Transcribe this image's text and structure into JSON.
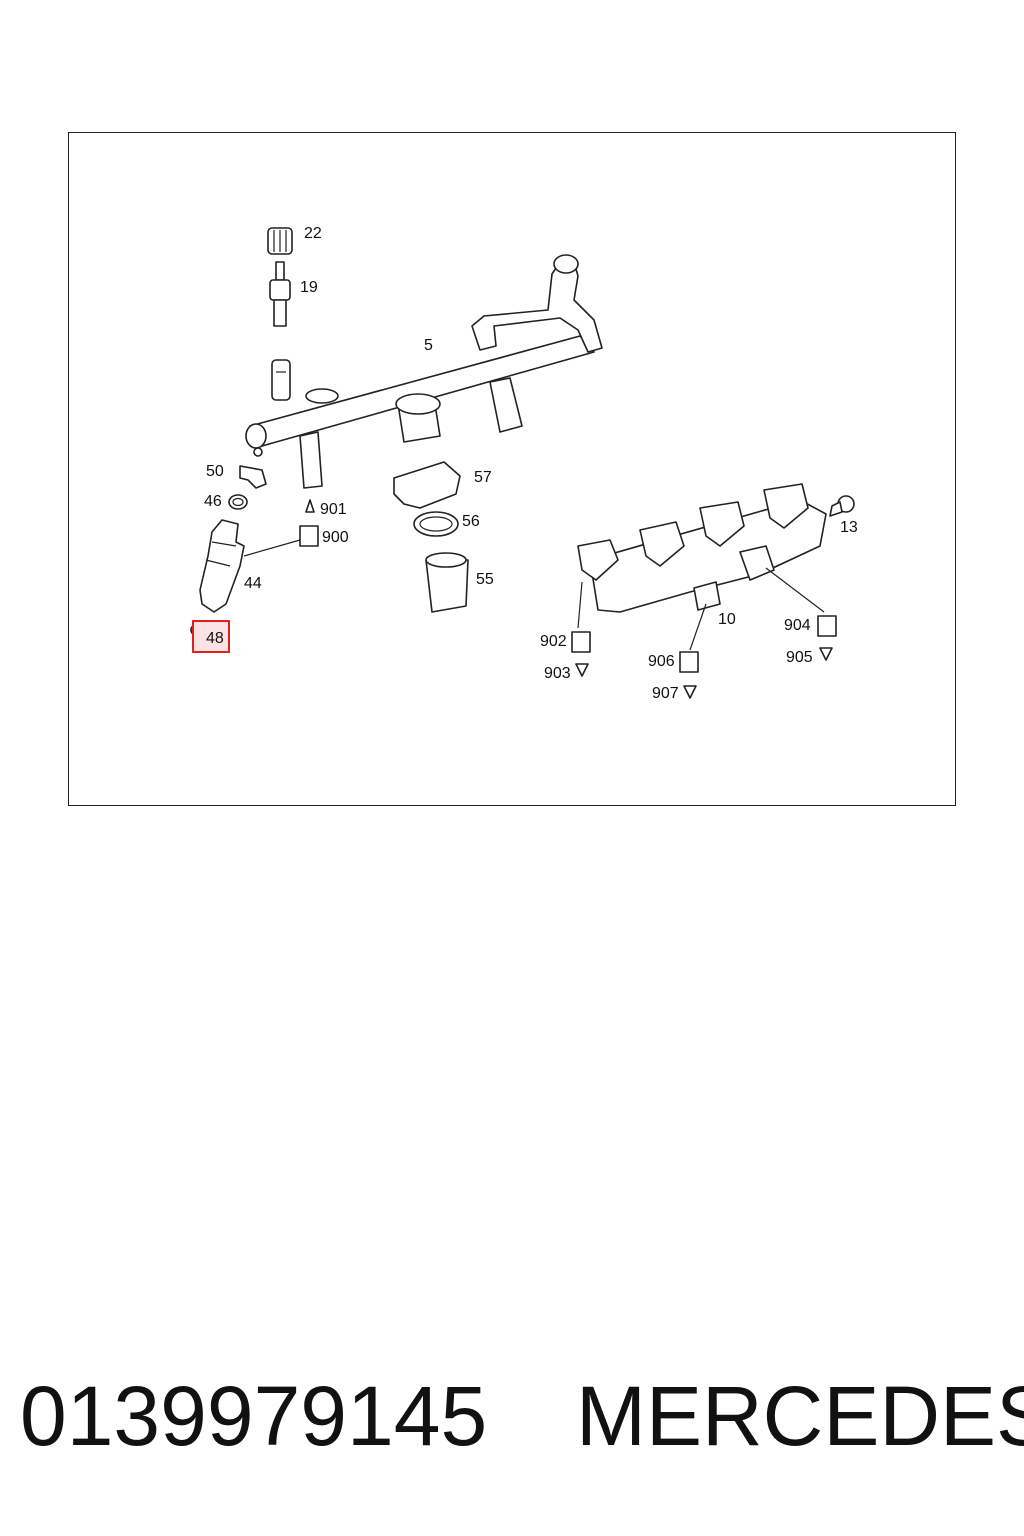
{
  "diagram": {
    "labels": {
      "p22": "22",
      "p19": "19",
      "p5": "5",
      "p50": "50",
      "p46": "46",
      "p901": "901",
      "p900": "900",
      "p44": "44",
      "p48": "48",
      "p57": "57",
      "p56": "56",
      "p55": "55",
      "p13": "13",
      "p10": "10",
      "p902": "902",
      "p903": "903",
      "p906": "906",
      "p907": "907",
      "p904": "904",
      "p905": "905"
    },
    "highlighted_part": "48",
    "highlight_color": "#e02020"
  },
  "footer": {
    "part_number": "0139979145",
    "brand": "MERCEDES"
  }
}
